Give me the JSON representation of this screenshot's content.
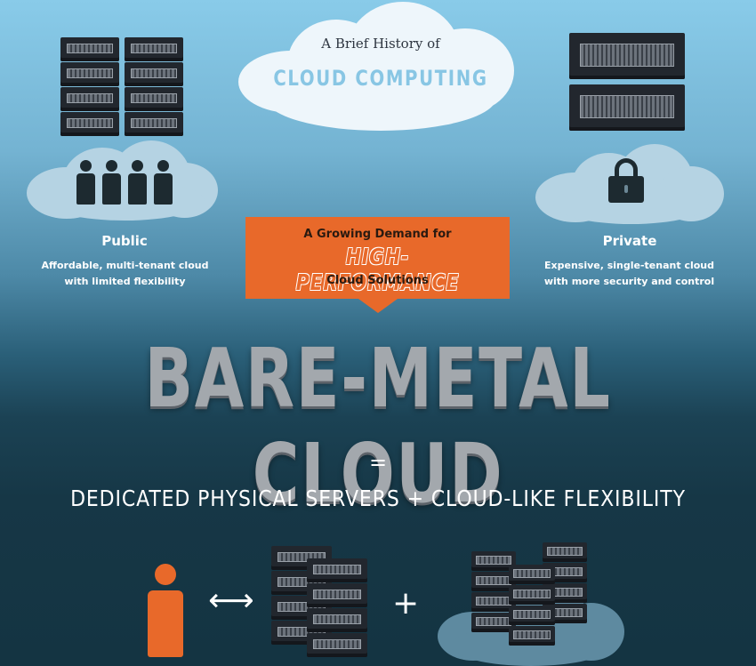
{
  "title": {
    "small": "A Brief History of",
    "big": "CLOUD COMPUTING"
  },
  "public": {
    "title": "Public",
    "desc_line1": "Affordable, multi-tenant cloud",
    "desc_line2": "with limited flexibility"
  },
  "private": {
    "title": "Private",
    "desc_line1": "Expensive, single-tenant cloud",
    "desc_line2": "with more security and control"
  },
  "demand": {
    "line1": "A Growing Demand for",
    "line2": "HIGH-PERFORMANCE",
    "line3": "Cloud Solutions"
  },
  "headline": "BARE-METAL CLOUD",
  "equals": "=",
  "tagline": "DEDICATED PHYSICAL SERVERS + CLOUD-LIKE FLEXIBILITY",
  "symbols": {
    "arrow": "⟷",
    "plus": "+"
  },
  "icons": [
    "server-rack-icon",
    "users-icon",
    "lock-icon",
    "person-icon",
    "cloud-icon"
  ],
  "colors": {
    "accent_orange": "#e8692a",
    "sky_top": "#89cbe9",
    "navy_bottom": "#143442"
  }
}
